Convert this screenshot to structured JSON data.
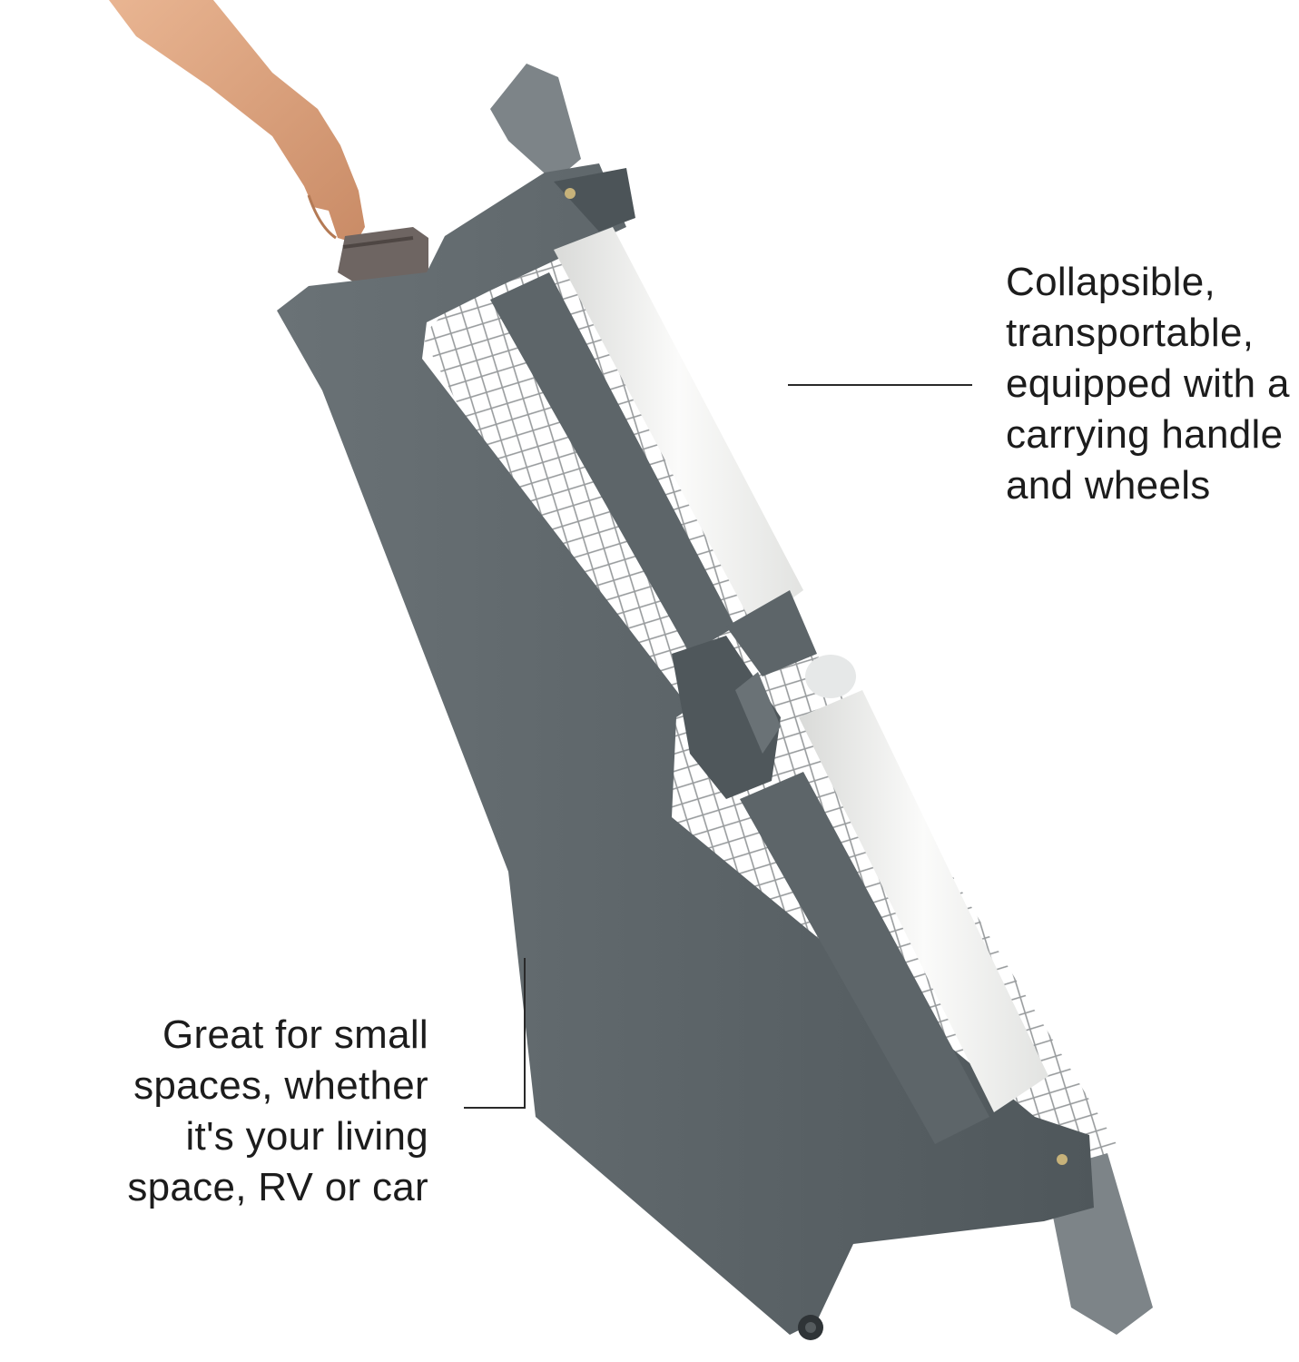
{
  "callouts": {
    "top": "Collapsible,\ntransportable,\nequipped with a\ncarrying handle\nand wheels",
    "bottom": "Great for small\nspaces, whether\nit's your living\nspace, RV or car"
  },
  "colors": {
    "background": "#ffffff",
    "frame": "#5b6367",
    "frame_dark": "#454c50",
    "panel_white": "#f4f4f2",
    "mesh": "#8c9092",
    "text": "#1c1c1c"
  },
  "icons": {
    "product": "folding-heater-fan-unit",
    "hand": "carrying-hand",
    "wheel": "wheel"
  }
}
